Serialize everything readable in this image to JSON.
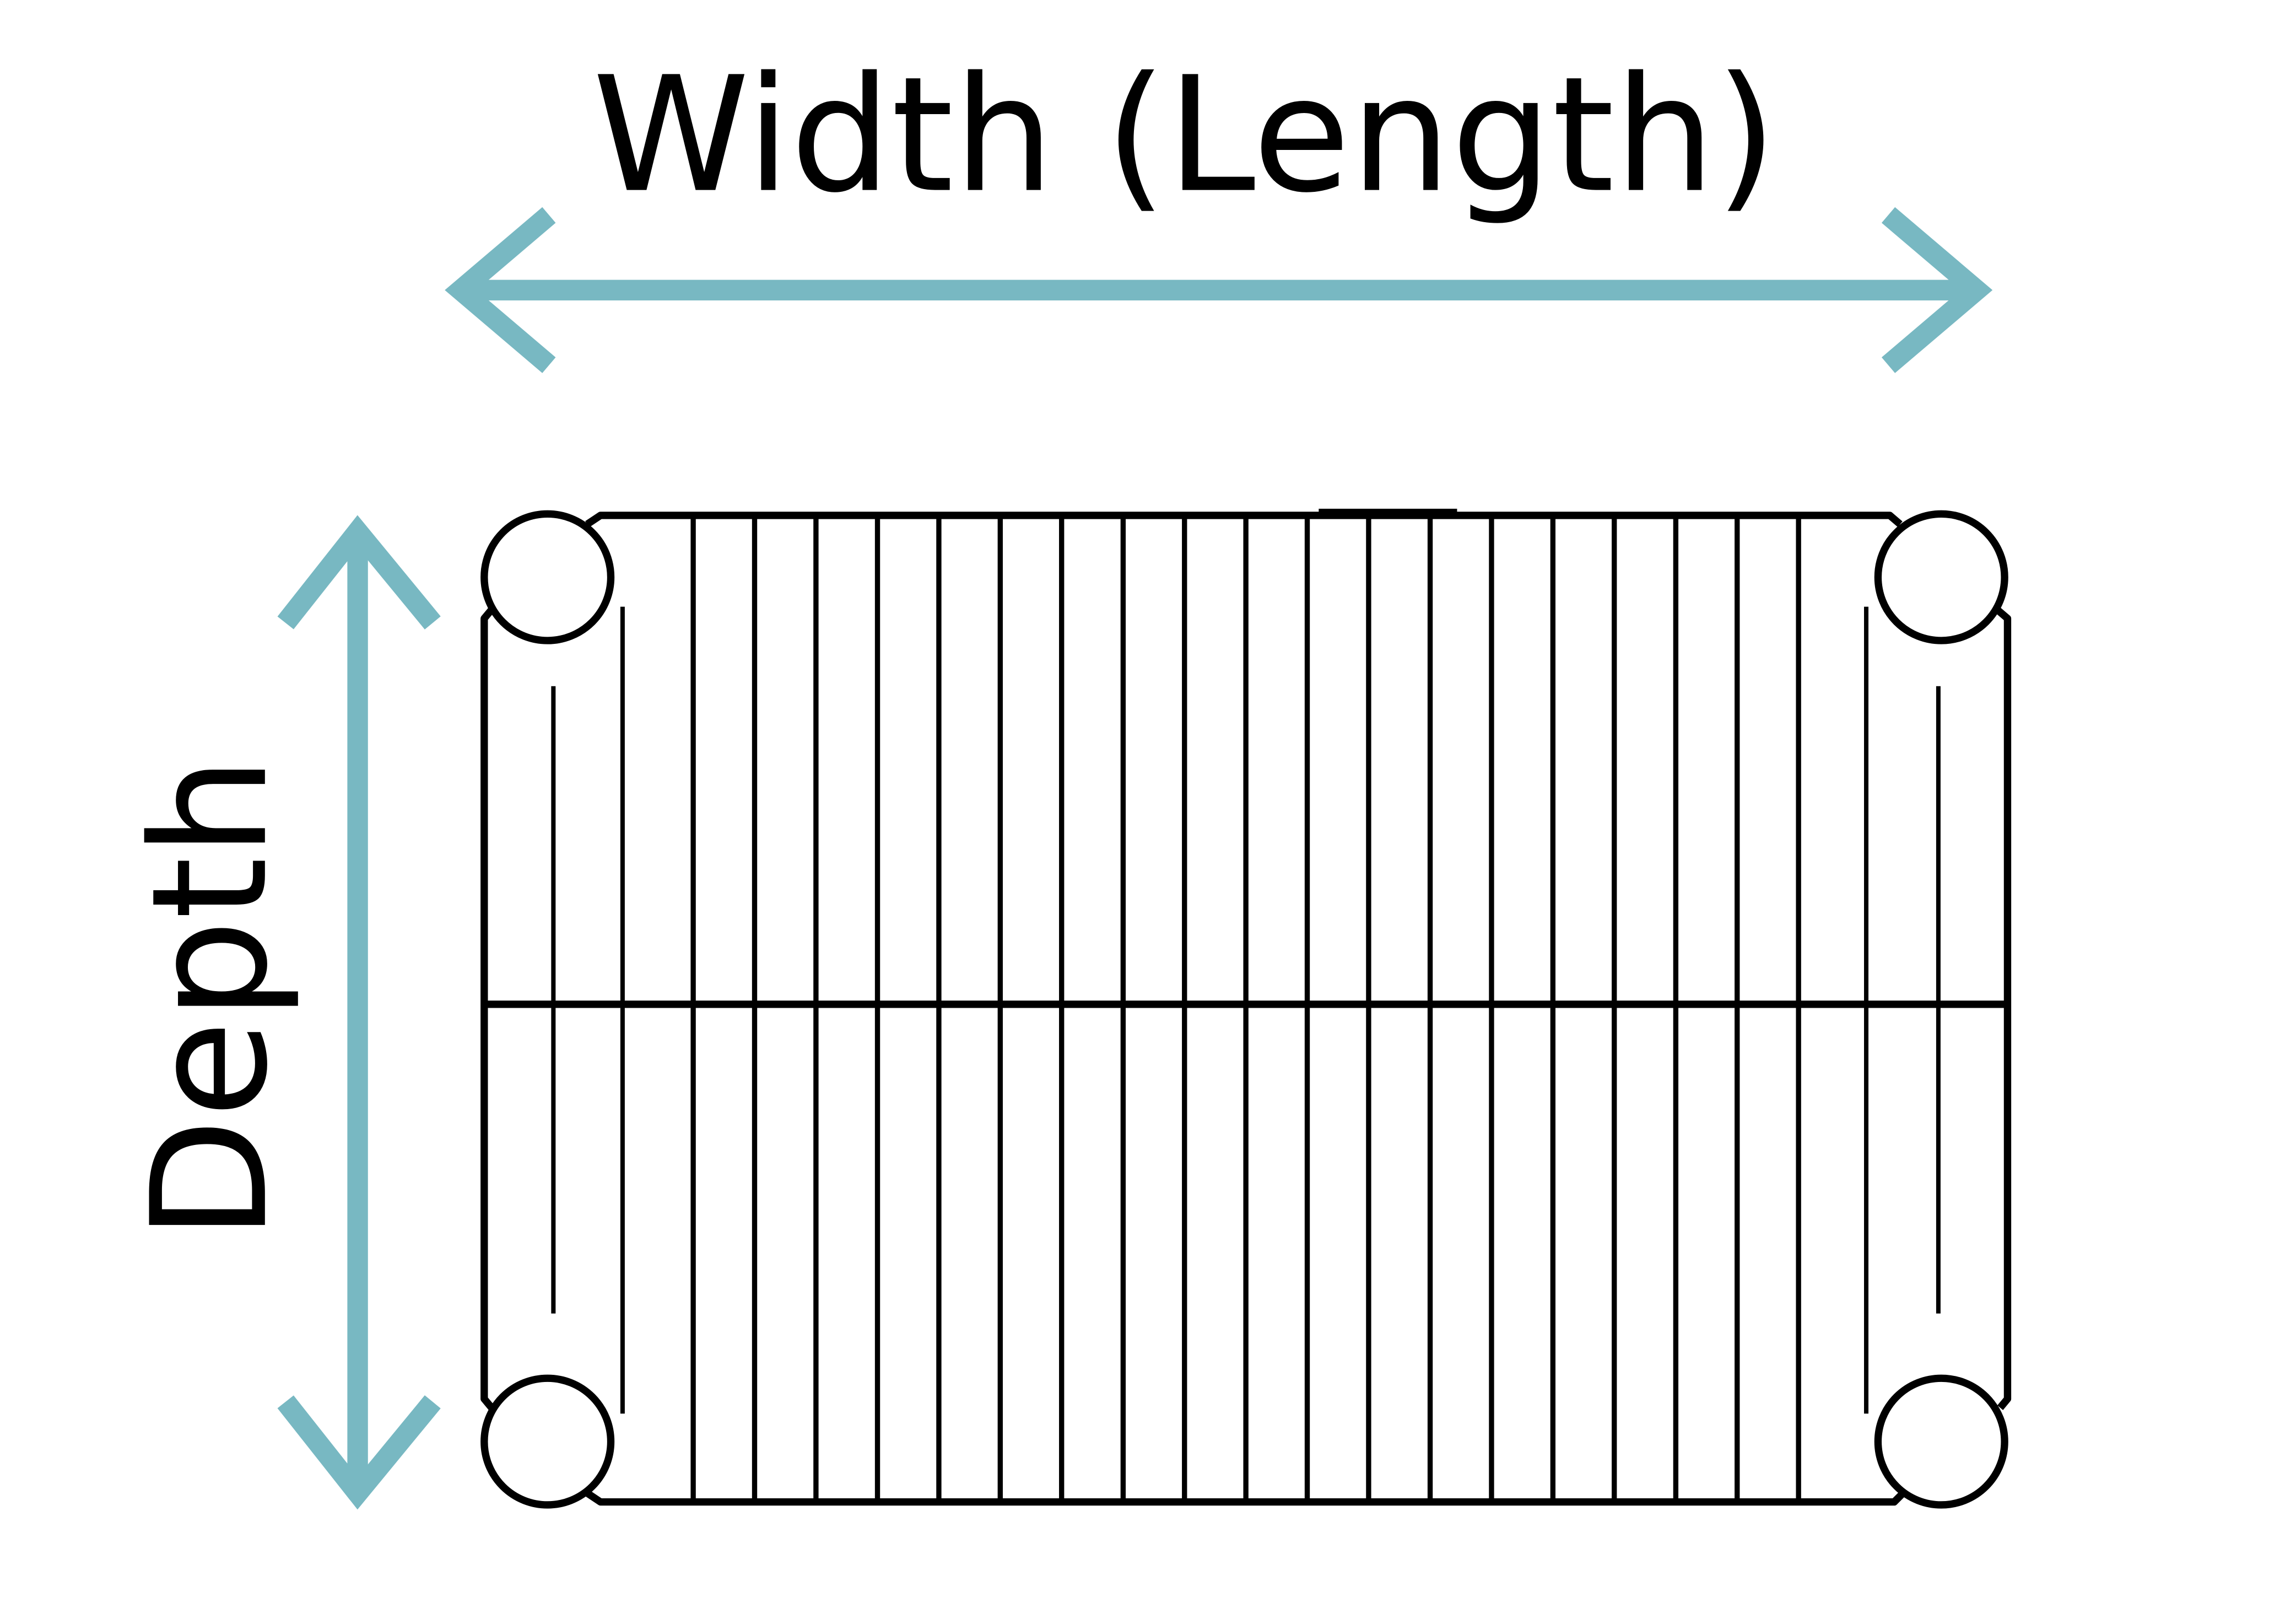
{
  "labels": {
    "width": "Width (Length)",
    "depth": "Depth"
  },
  "shelf": {
    "vertical_wire_count": 19,
    "has_center_cross_wire": true,
    "corner_post_count": 4
  },
  "colors": {
    "arrow": "#78b8c2",
    "line": "#000000",
    "background": "#ffffff"
  }
}
